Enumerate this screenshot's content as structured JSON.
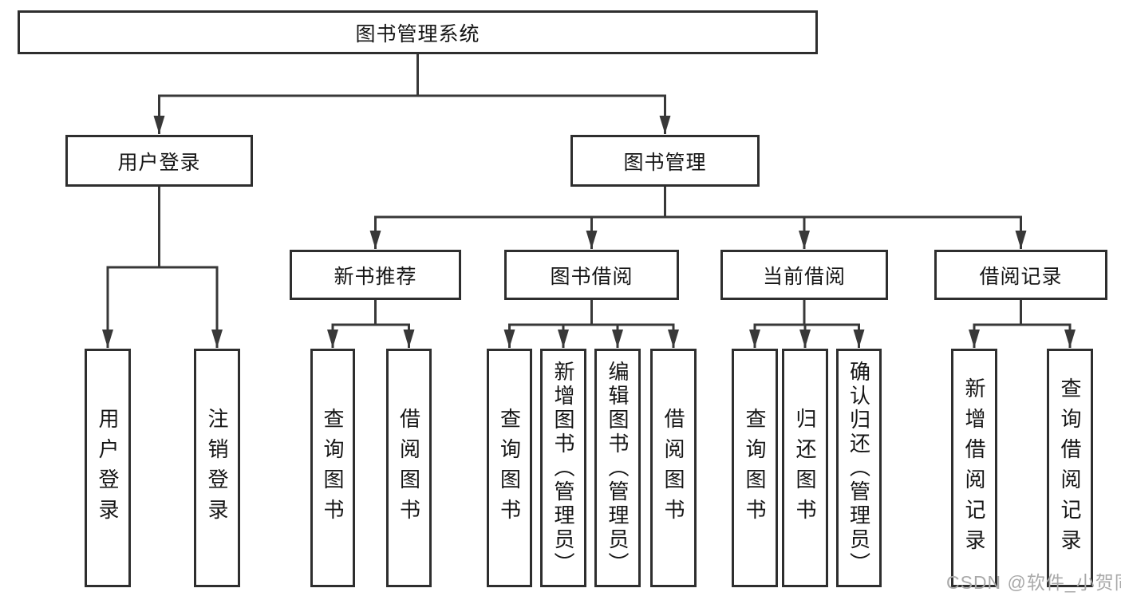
{
  "colors": {
    "background": "#ffffff",
    "line": "#383838",
    "box_border": "#2e2e2e",
    "box_fill": "#ffffff",
    "text": "#151515",
    "watermark": "#a9a9a9"
  },
  "watermark": {
    "text": "CSDN @软件_小贺同学"
  },
  "diagram": {
    "type": "tree",
    "root": {
      "id": "root",
      "label": "图书管理系统",
      "children": [
        {
          "id": "user-login",
          "label": "用户登录",
          "children": [
            {
              "id": "user-login-v",
              "label": "用户登录"
            },
            {
              "id": "logout",
              "label": "注销登录"
            }
          ]
        },
        {
          "id": "book-mgmt",
          "label": "图书管理",
          "children": [
            {
              "id": "new-book-rec",
              "label": "新书推荐",
              "children": [
                {
                  "id": "nbr-query",
                  "label": "查询图书"
                },
                {
                  "id": "nbr-borrow",
                  "label": "借阅图书"
                }
              ]
            },
            {
              "id": "book-borrow",
              "label": "图书借阅",
              "children": [
                {
                  "id": "bb-query",
                  "label": "查询图书"
                },
                {
                  "id": "bb-add",
                  "label": "新增图书（管理员）"
                },
                {
                  "id": "bb-edit",
                  "label": "编辑图书（管理员）"
                },
                {
                  "id": "bb-borrow",
                  "label": "借阅图书"
                }
              ]
            },
            {
              "id": "current-borrow",
              "label": "当前借阅",
              "children": [
                {
                  "id": "cb-query",
                  "label": "查询图书"
                },
                {
                  "id": "cb-return",
                  "label": "归还图书"
                },
                {
                  "id": "cb-confirm",
                  "label": "确认归还（管理员）"
                }
              ]
            },
            {
              "id": "borrow-records",
              "label": "借阅记录",
              "children": [
                {
                  "id": "br-add",
                  "label": "新增借阅记录"
                },
                {
                  "id": "br-query",
                  "label": "查询借阅记录"
                }
              ]
            }
          ]
        }
      ]
    }
  }
}
